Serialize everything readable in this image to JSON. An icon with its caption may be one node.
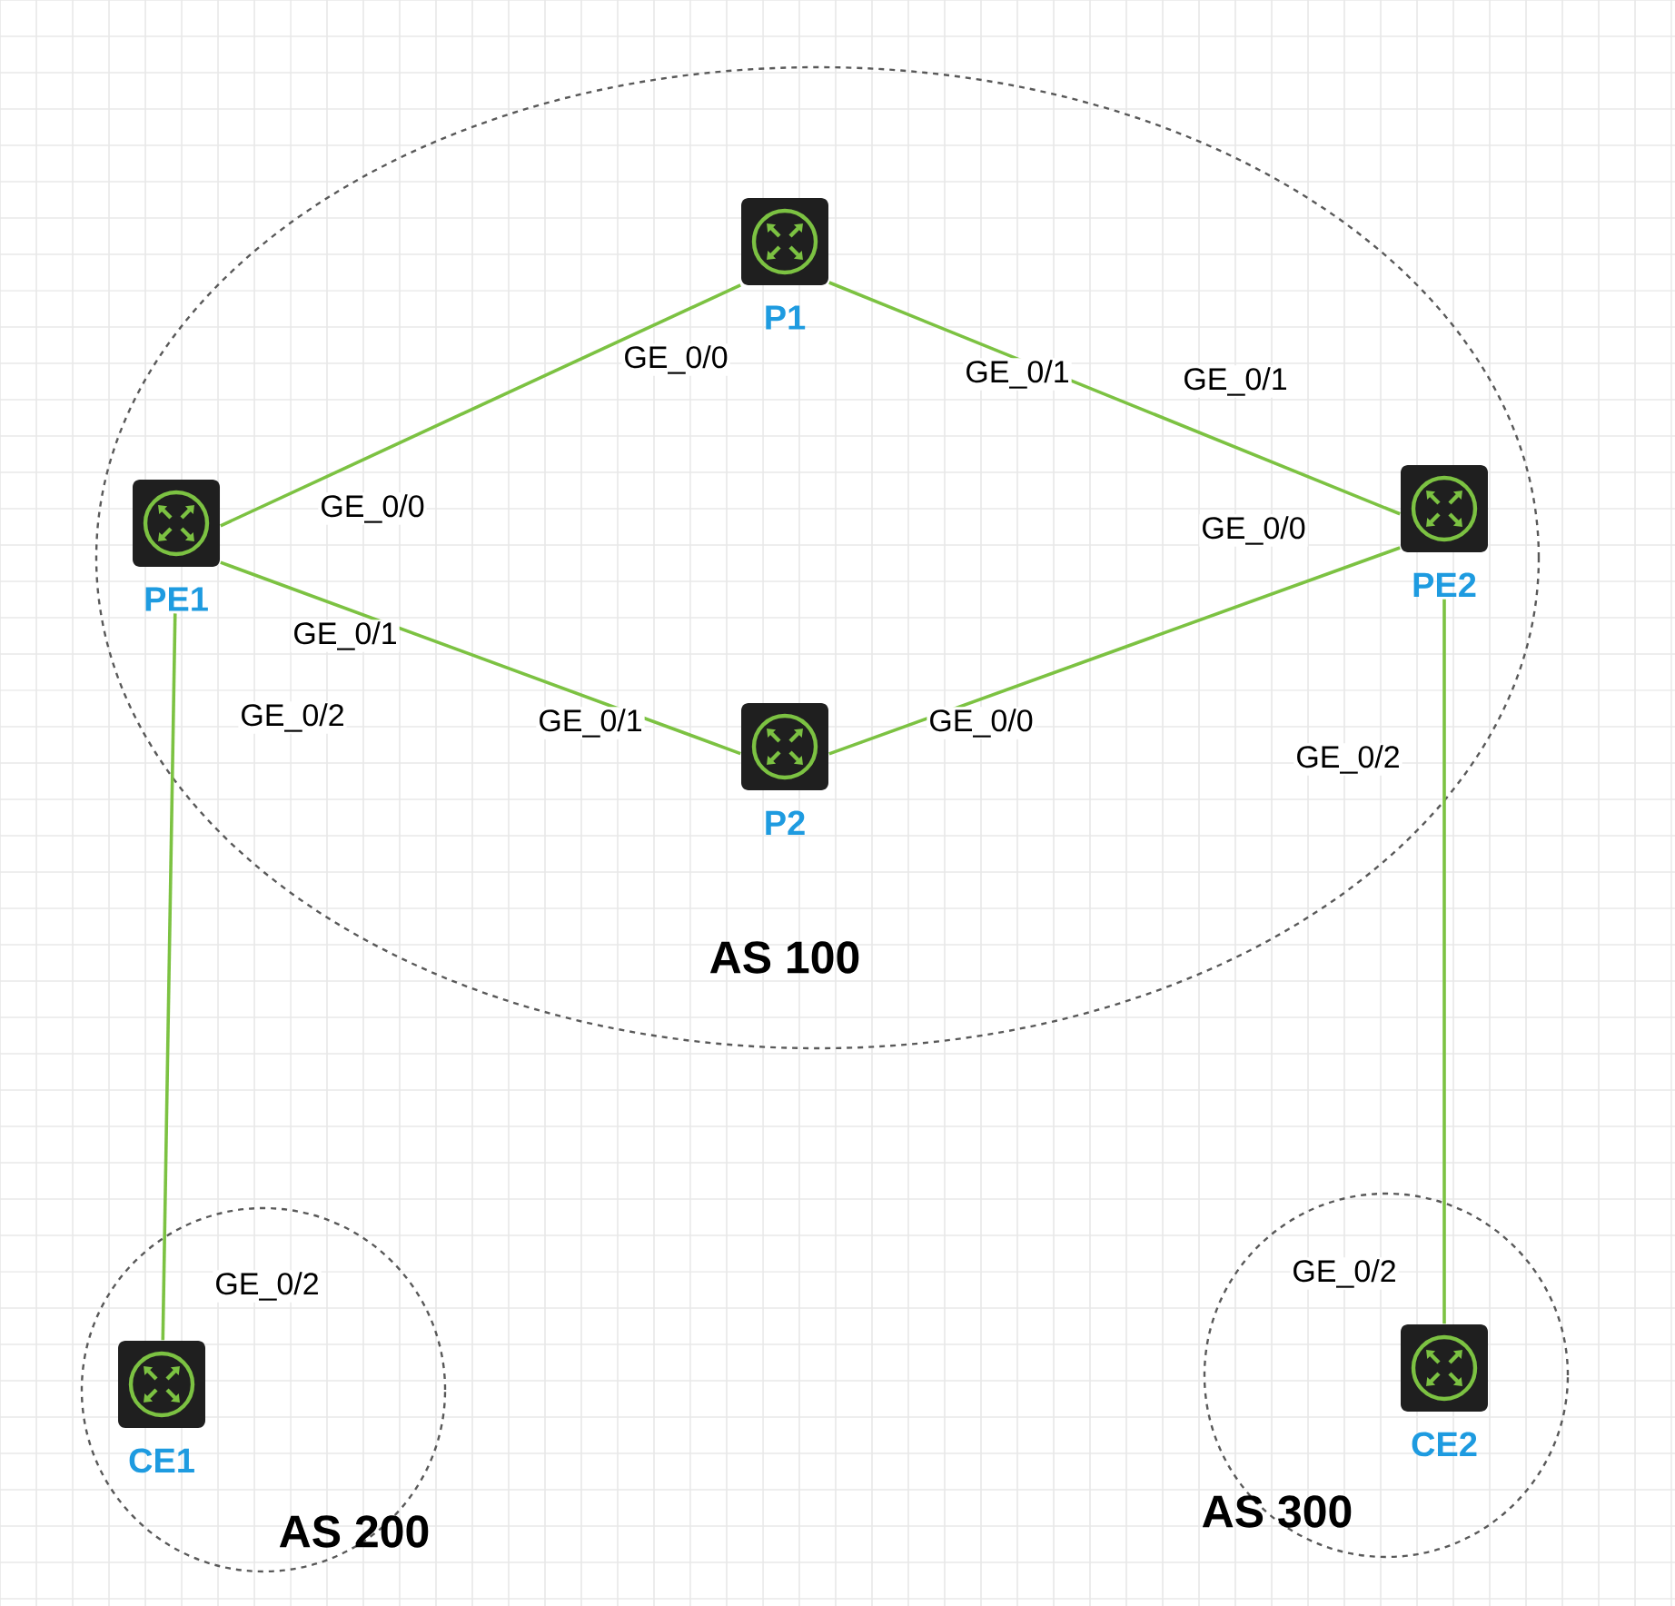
{
  "diagram": {
    "nodes": [
      {
        "text": [
          "AS 100"
        ]
      },
      {
        "text": [
          "P1"
        ],
        "in": 0
      },
      {
        "text": [
          "PE1"
        ],
        "in": 0
      },
      {
        "text": [
          "PE2"
        ],
        "in": 0
      },
      {
        "text": [
          "P2"
        ],
        "in": 0
      },
      {
        "text": [
          "AS 200"
        ]
      },
      {
        "text": [
          "CE1"
        ],
        "in": 5
      },
      {
        "text": [
          "AS 300"
        ]
      },
      {
        "text": [
          "CE2"
        ],
        "in": 7
      }
    ],
    "edges": [
      {
        "from": 2,
        "to": 1,
        "arrow": "none"
      },
      {
        "from": 1,
        "to": 3,
        "arrow": "none"
      },
      {
        "from": 2,
        "to": 4,
        "arrow": "none"
      },
      {
        "from": 4,
        "to": 3,
        "arrow": "none"
      },
      {
        "from": 2,
        "to": 6,
        "arrow": "none"
      },
      {
        "from": 3,
        "to": 8,
        "arrow": "none"
      }
    ],
    "labels": [
      "GE_0/0",
      "GE_0/1",
      "GE_0/1",
      "GE_0/0",
      "GE_0/0",
      "GE_0/1",
      "GE_0/1",
      "GE_0/0",
      "GE_0/2",
      "GE_0/2",
      "GE_0/2",
      "GE_0/2"
    ]
  }
}
